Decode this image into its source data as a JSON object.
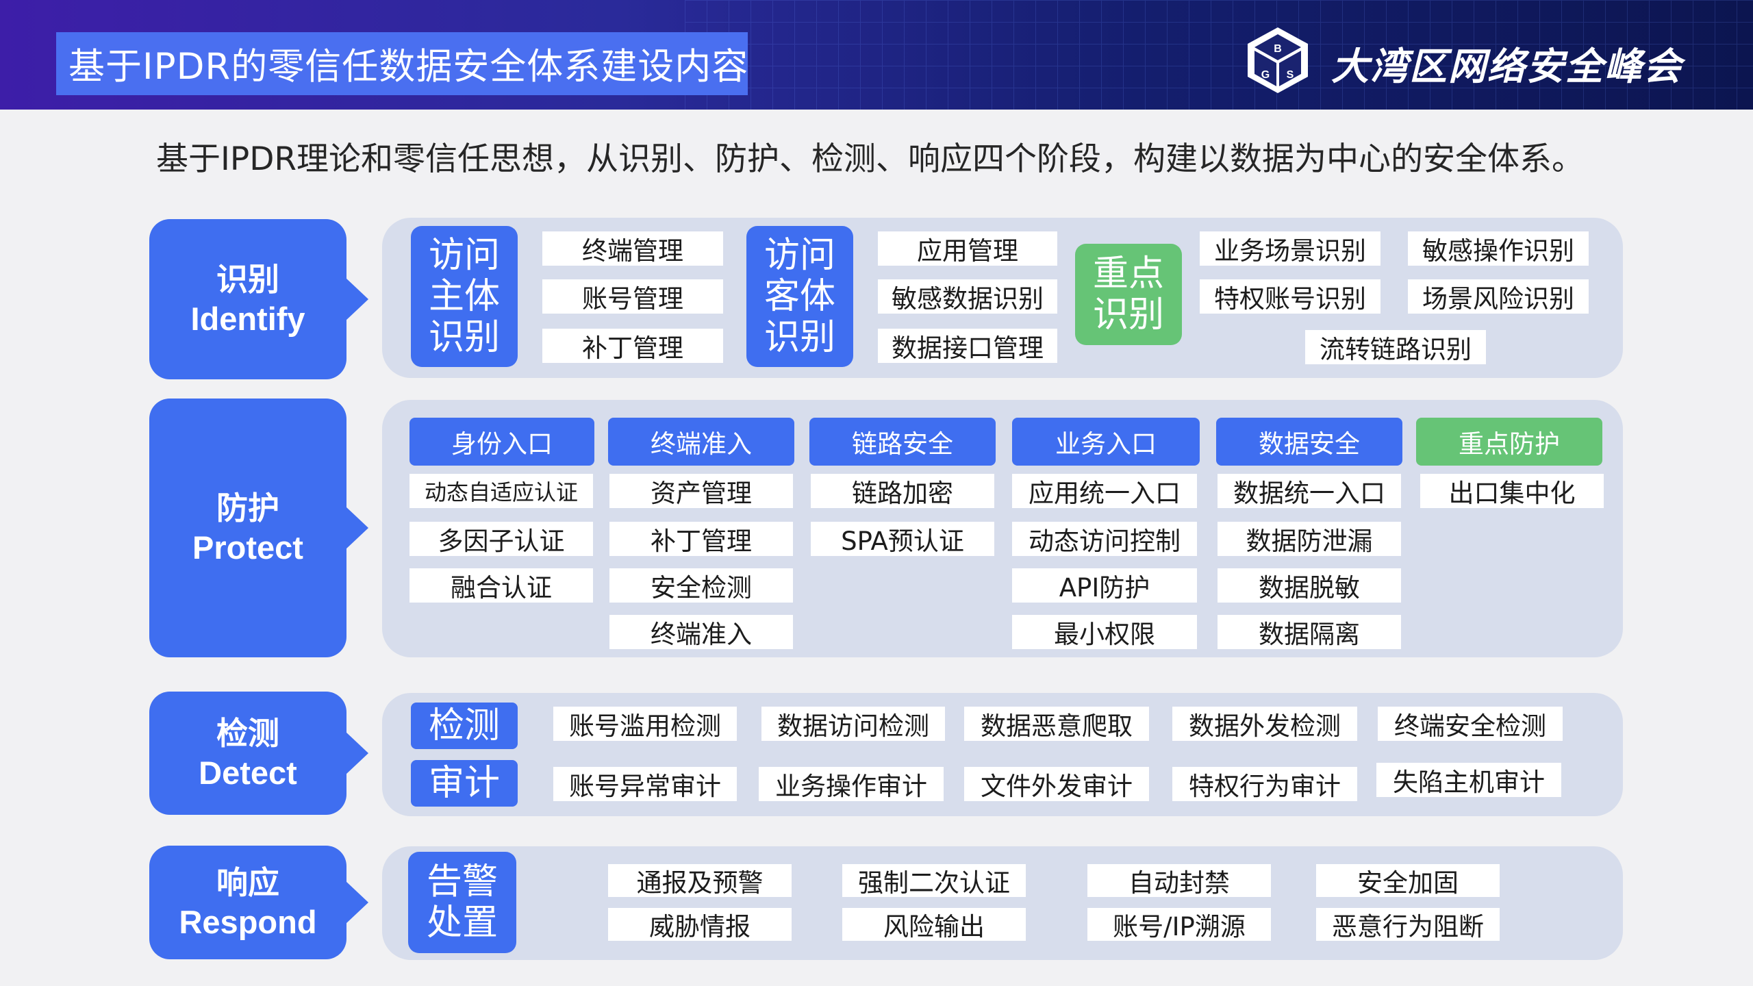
{
  "header": {
    "title": "基于IPDR的零信任数据安全体系建设内容",
    "logo_letters": "BGS",
    "brand": "大湾区网络安全峰会"
  },
  "subtitle": "基于IPDR理论和零信任思想，从识别、防护、检测、响应四个阶段，构建以数据为中心的安全体系。",
  "colors": {
    "primary_blue": "#3f6ef0",
    "accent_green": "#66c476",
    "panel_bg": "#d7ddec",
    "header_dark": "#0c1550"
  },
  "identify": {
    "stage": {
      "zh": "识别",
      "en": "Identify"
    },
    "subject": {
      "label": "访问\n主体\n识别",
      "items": [
        "终端管理",
        "账号管理",
        "补丁管理"
      ]
    },
    "object": {
      "label": "访问\n客体\n识别",
      "items": [
        "应用管理",
        "敏感数据识别",
        "数据接口管理"
      ]
    },
    "focus": {
      "label": "重点\n识别",
      "items": [
        "业务场景识别",
        "敏感操作识别",
        "特权账号识别",
        "场景风险识别",
        "流转链路识别"
      ]
    }
  },
  "protect": {
    "stage": {
      "zh": "防护",
      "en": "Protect"
    },
    "columns": [
      {
        "head": "身份入口",
        "items": [
          "动态自适应认证",
          "多因子认证",
          "融合认证"
        ]
      },
      {
        "head": "终端准入",
        "items": [
          "资产管理",
          "补丁管理",
          "安全检测",
          "终端准入"
        ]
      },
      {
        "head": "链路安全",
        "items": [
          "链路加密",
          "SPA预认证"
        ]
      },
      {
        "head": "业务入口",
        "items": [
          "应用统一入口",
          "动态访问控制",
          "API防护",
          "最小权限"
        ]
      },
      {
        "head": "数据安全",
        "items": [
          "数据统一入口",
          "数据防泄漏",
          "数据脱敏",
          "数据隔离"
        ]
      },
      {
        "head": "重点防护",
        "items": [
          "出口集中化"
        ]
      }
    ]
  },
  "detect": {
    "stage": {
      "zh": "检测",
      "en": "Detect"
    },
    "rows": [
      {
        "label": "检测",
        "items": [
          "账号滥用检测",
          "数据访问检测",
          "数据恶意爬取",
          "数据外发检测",
          "终端安全检测"
        ]
      },
      {
        "label": "审计",
        "items": [
          "账号异常审计",
          "业务操作审计",
          "文件外发审计",
          "特权行为审计",
          "失陷主机审计"
        ]
      }
    ]
  },
  "respond": {
    "stage": {
      "zh": "响应",
      "en": "Respond"
    },
    "label": "告警\n处置",
    "items": [
      "通报及预警",
      "强制二次认证",
      "自动封禁",
      "安全加固",
      "威胁情报",
      "风险输出",
      "账号/IP溯源",
      "恶意行为阻断"
    ]
  }
}
